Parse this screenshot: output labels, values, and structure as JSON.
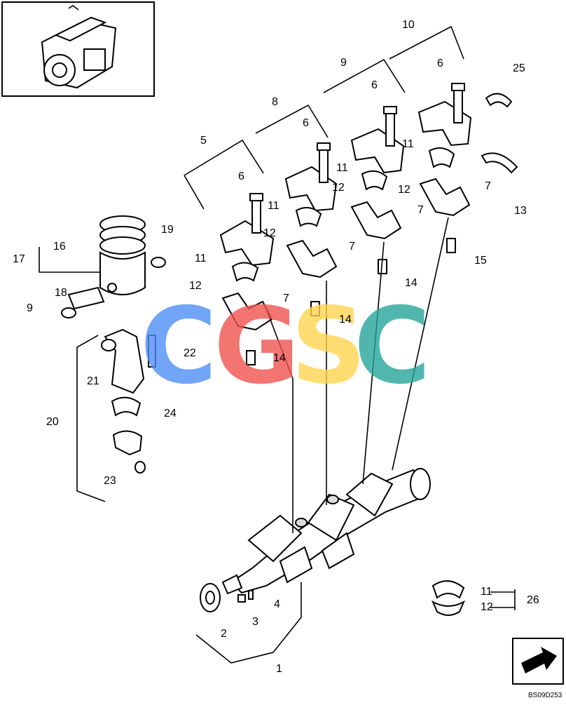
{
  "figure_id": "BS09D253",
  "watermark": [
    "C",
    "G",
    "S",
    "C"
  ],
  "watermark_colors": [
    "#4f8ff7",
    "#ef5350",
    "#ffd54f",
    "#26a69a"
  ],
  "labels": [
    "1",
    "2",
    "3",
    "4",
    "5",
    "6",
    "7",
    "8",
    "9",
    "10",
    "11",
    "12",
    "13",
    "14",
    "15",
    "16",
    "17",
    "18",
    "19",
    "20",
    "21",
    "22",
    "23",
    "24",
    "25",
    "26"
  ],
  "icons": [
    "engine-thumbnail-icon",
    "next-page-arrow-icon"
  ]
}
